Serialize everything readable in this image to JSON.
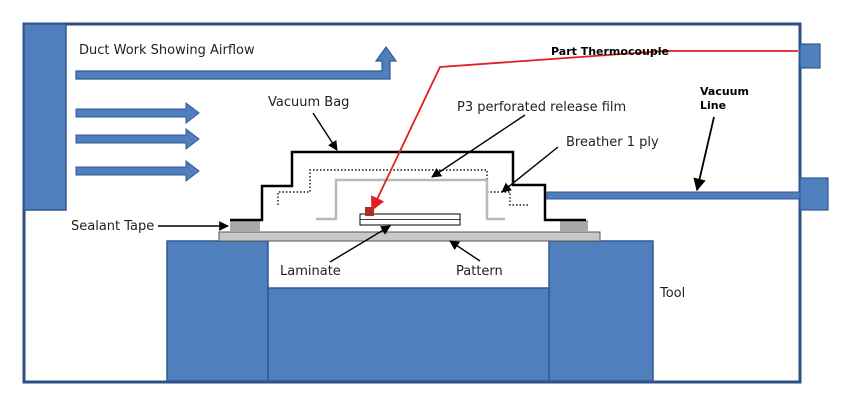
{
  "labels": {
    "ductwork": "Duct Work Showing Airflow",
    "vacuum_bag": "Vacuum Bag",
    "release_film": "P3 perforated release film",
    "breather": "Breather 1 ply",
    "part_thermocouple": "Part Thermocouple",
    "vacuum_line_1": "Vacuum",
    "vacuum_line_2": "Line",
    "sealant_tape": "Sealant Tape",
    "laminate": "Laminate",
    "pattern": "Pattern",
    "tool": "Tool"
  },
  "colors": {
    "steel_blue": "#4f7fbd",
    "steel_blue_dark": "#2f5a93",
    "frame": "#2c4f87",
    "thermocouple_line": "#e02020",
    "thermocouple_marker": "#b02a2a",
    "sealant": "#a9a9a9",
    "pattern_plate": "#c8c8c8",
    "release_film": "#b9b9b9"
  }
}
